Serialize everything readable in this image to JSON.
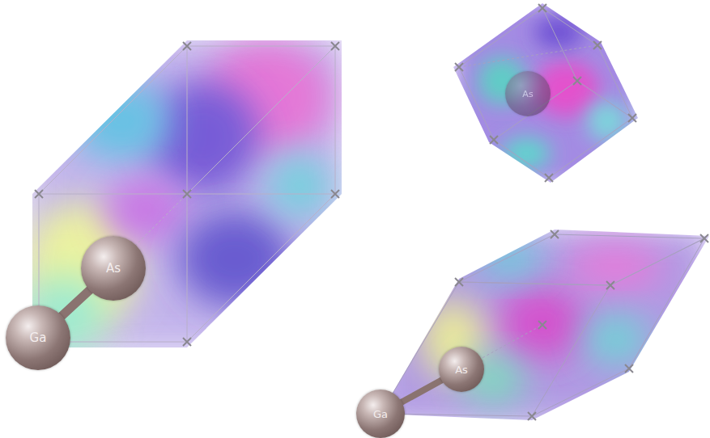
{
  "diagram": {
    "nodes": [
      {
        "text": [
          "As"
        ]
      },
      {
        "text": [
          "Ga"
        ]
      },
      {
        "text": [
          "As"
        ]
      },
      {
        "text": [
          "As"
        ]
      },
      {
        "text": [
          "Ga"
        ]
      }
    ],
    "edges": [
      {
        "from": 1,
        "to": 0,
        "arrow": "none"
      },
      {
        "from": 4,
        "to": 3,
        "arrow": "none"
      }
    ]
  }
}
